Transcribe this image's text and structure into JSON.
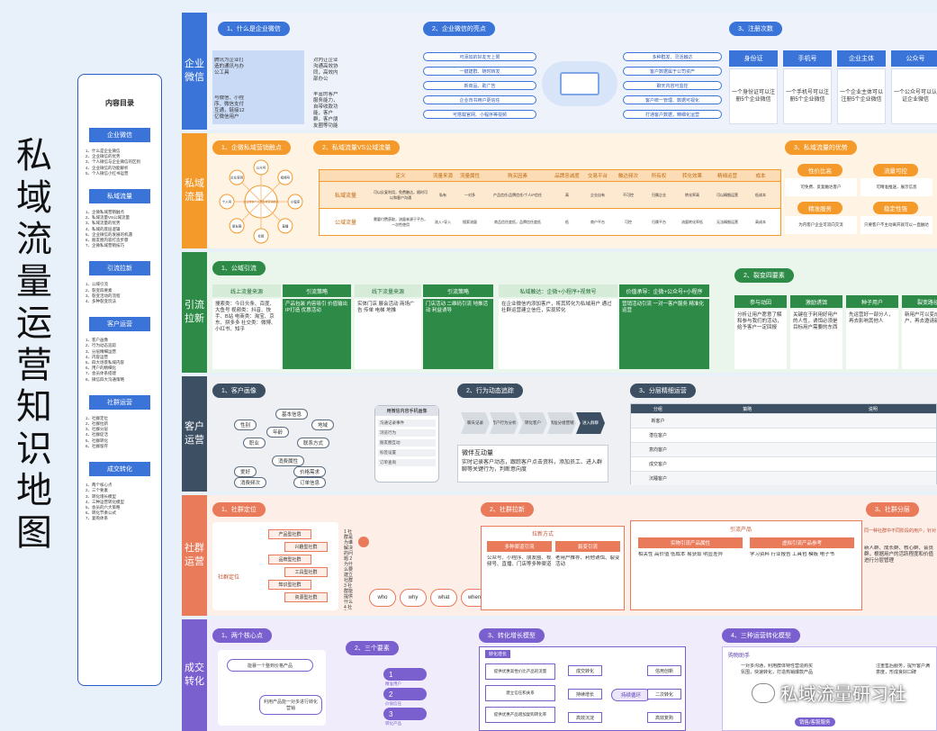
{
  "title_chars": [
    "私",
    "域",
    "流",
    "量",
    "运",
    "营",
    "知",
    "识",
    "地",
    "图"
  ],
  "toc": {
    "title": "内容目录",
    "sections": [
      {
        "header": "企业微信",
        "items": [
          "1、什么是企业微信",
          "2、企业微信的优势",
          "3、个人微信与企业微信的区别",
          "4、企业微信的功能解析",
          "5、个人微信小红书运营"
        ]
      },
      {
        "header": "私域流量",
        "items": [
          "1、企微私域营销触点",
          "2、私域流量VS公域流量",
          "3、私域流量的优势",
          "4、私域的底层逻辑",
          "5、企业微信的发展的机遇",
          "6、朋友圈内容打造步骤",
          "7、企微私域营销技巧"
        ]
      },
      {
        "header": "引流拉新",
        "items": [
          "1、公域引流",
          "2、裂变四要素",
          "3、裂变活动的流程",
          "4、多种裂变玩法"
        ]
      },
      {
        "header": "客户运营",
        "items": [
          "1、客户画像",
          "2、行为动态追踪",
          "3、分层精细运营",
          "4、内容运营",
          "5、四大场景私域内容",
          "6、用户的精细化",
          "7、会员体系搭建",
          "8、微信四大沟通策略"
        ]
      },
      {
        "header": "社群运营",
        "items": [
          "1、社群定位",
          "2、社群拉新",
          "3、社群分层",
          "4、社群促活",
          "5、社群转化",
          "6、社群留存"
        ]
      },
      {
        "header": "成交转化",
        "items": [
          "1、两个核心点",
          "2、三个要素",
          "3、转化增长模型",
          "4、三种运营转化模型",
          "5、会员的六大策略",
          "6、转化节奏公式",
          "7、复购体系"
        ]
      }
    ]
  },
  "rows": [
    {
      "label": "企业微信",
      "color": "#3b74d9",
      "band": "#eef3fb",
      "pills": [
        "1、什么是企业微信",
        "2、企业微信的亮点",
        "3、注册次数"
      ],
      "text_a": "腾讯为企业打造的通讯与办公工具",
      "text_b": "与微信、小程序、微信支付互通，链接12亿微信用户",
      "text_c": "对内让企业沟通高效协同，高效内部办公",
      "text_d": "丰富的客户服务能力，自带收款功能，客户群，客户朋友圈等功能",
      "features_left": [
        "可添加的好友无上限",
        "一键建群、随时转发",
        "新商品、助广告",
        "企业背书用户更信任",
        "可搭载官网、小程序等视频"
      ],
      "features_right": [
        "多种群发、灵活触达",
        "客户数据属于公司资产",
        "聊天内容可监控",
        "客户统一管理、数据可视化",
        "打通客户数据，精细化运营"
      ],
      "reg_heads": [
        "身份证",
        "手机号",
        "企业主体",
        "公众号"
      ],
      "reg_bodies": [
        "一个身份证可以注册5个企业微信",
        "一个手机号可以注册5个企业微信",
        "一个企业主体可以注册5个企业微信",
        "一个公众号可以认证企业微信"
      ]
    },
    {
      "label": "私域流量",
      "color": "#f39a2b",
      "band": "#fff3e3",
      "pills": [
        "1、企微私域营销触点",
        "2、私域流量VS公域流量",
        "3、私域流量的优势"
      ],
      "center": "企业微信个人号私域营销触点",
      "nodes": [
        "公众号",
        "视频号",
        "小程序",
        "直播",
        "社群",
        "朋友圈",
        "个人号",
        "企业官网"
      ],
      "table_heads": [
        "定义",
        "流量来源",
        "流量属性",
        "购买因素",
        "品牌忠诚度",
        "交易平台",
        "触达频次",
        "所有权",
        "转化效果",
        "精细运营",
        "成本"
      ],
      "row1": [
        "私域流量",
        "可以反复利用，免费触达，随时可以和客户沟通",
        "私有",
        "一对多",
        "产品信任/品牌信任/个人IP信任",
        "高",
        "企业自有",
        "不可控",
        "归属企业",
        "转化率高",
        "可以精细运营",
        "低成本"
      ],
      "row2": [
        "公域流量",
        "需要付费获取，流量来源于平台，一次性使用",
        "流入+导入",
        "搜索流量",
        "商品信任度低，品牌信任度低",
        "低",
        "商户平台",
        "可控",
        "归属平台",
        "流量转化率低",
        "无法精细运营",
        "高成本"
      ],
      "adv": [
        "性价比高",
        "流量可控",
        "精准服务",
        "稳定性强"
      ],
      "adv_txt": [
        "可免费、反复触达客户",
        "可精准推送，展示信息",
        "为内客户企业可双向交流",
        "只要客户不主动离开就可以一直触达"
      ]
    },
    {
      "label": "引流拉新",
      "color": "#2e8b47",
      "band": "#eaf5ec",
      "pills": [
        "1、公域引流",
        "2、裂变四要素"
      ],
      "col_heads": [
        "线上流量来源",
        "引流策略",
        "线下流量来源",
        "引流策略",
        "私域触达：企微+小程序+视频号",
        "价值承导：企微+公众号+小程序"
      ],
      "online": "搜索类：今日头条、百度、大鱼号 视频类：抖音、快手、B站 电商类：淘宝、京东、拼多多 社交类：微博、小红书、知乎",
      "strategy1": "产品包装 内容吸引 价值输出 IP打造 优惠活动",
      "offline": "实体门店 展会活动 商场广告 传单 电梯 地推",
      "strategy2": "门店活动 二维码引流 地推活动 利益诱导",
      "private": "在企业微信内添加客户，将其转化为私域用户 通过社群运营建立信任，实现转化",
      "value": "营销活动引流 一对一客户服务 精准化运营",
      "fission": [
        "参与动因",
        "激励诱饵",
        "种子用户",
        "裂变路径"
      ],
      "fission_txt": [
        "分析让用户愿意了解和参与我们的活动，给予客户一定回报",
        "关键在于利用好用户的人性，诱饵必须是目标用户需要的东西",
        "先运营好一部分人，再去影响其他人",
        "新用户可以变成老用户，再去邀请新用户"
      ]
    },
    {
      "label": "客户运营",
      "color": "#3d4f63",
      "band": "#eef0f3",
      "pills": [
        "1、客户画像",
        "2、行为动态追踪",
        "3、分层精细运营"
      ],
      "tags_a": [
        "基本信息",
        "性别",
        "地域",
        "年龄",
        "职业",
        "联系方式"
      ],
      "tags_b": [
        "消费属性",
        "爱好",
        "价格需求",
        "消费频次",
        "订单信息"
      ],
      "phone_title": "用微信内容手机画像",
      "phone_lines": [
        "沟通记录事件",
        "浏览行为",
        "朋友圈互动",
        "标签设置",
        "订单查询"
      ],
      "steps": [
        "聊天记录",
        "客户行为分析",
        "转化客户",
        "精准分组营销",
        "进入群聊"
      ],
      "dyn_title": "微伴互动量",
      "dyn_text": "实时记录客户动态，跟踪客户点击资料，添加员工、进入群聊等关键行为，判断意向度",
      "table_head": [
        "分组",
        "策略",
        "说明"
      ],
      "groups": [
        "新客户",
        "潜在客户",
        "意向客户",
        "成交客户",
        "沉睡客户"
      ]
    },
    {
      "label": "社群运营",
      "color": "#ea7b5a",
      "band": "#fdeee8",
      "pills": [
        "1、社群定位",
        "2、社群拉新",
        "3、社群分层"
      ],
      "center_label": "社群定位",
      "types": [
        "产品型社群",
        "兴趣型社群",
        "品牌型社群",
        "工具型社群",
        "知识型社群",
        "资源型社群"
      ],
      "w_words": [
        "who",
        "why",
        "what",
        "when"
      ],
      "qa": "1 社群是为谁解决的问题 2 为什么要建立社群 3 社群能提供什么 4 社群在什么时间段运营",
      "methods_title": "拉新方式",
      "sub_heads": [
        "多种渠道引流",
        "裂变引流"
      ],
      "sub_text": [
        "公众号、小程序、朋友圈、视频号、直播、门店等多种渠道",
        "老用户推荐、利他诱饵、裂变活动"
      ],
      "product_title": "引流产品",
      "product_heads": [
        "实物引流产品属性",
        "虚拟引流产品参考"
      ],
      "product_text": [
        "相关性 高价值 低成本 易获取 明显差异",
        "学习资料 行业报告 工具包 模板 电子书"
      ],
      "layer_title": "同一种社群中不同阶段的用户，针对性运营",
      "layer_text": "新人群、成长群、核心群、会员群，根据用户的活跃程度和价值进行分层管理"
    },
    {
      "label": "成交转化",
      "color": "#7a5fcf",
      "band": "#f1ecfb",
      "pills": [
        "1、两个核心点",
        "2、三个要素",
        "3、转化增长模型",
        "4、三种运营转化模型"
      ],
      "core": [
        "能暴一个整到价格产品",
        "利用产品能一对多进行转化营销"
      ],
      "elements": [
        "1",
        "2",
        "3"
      ],
      "element_labels": [
        "精准用户",
        "价值信任",
        "转化产品"
      ],
      "model_top": "转化增长",
      "model_left": [
        "提供优惠高性价比产品的流量",
        "建立信任和关系",
        "提供优惠产品增加复购转化率"
      ],
      "model_mid": [
        "成交转化",
        "持续增长",
        "高效沉淀"
      ],
      "model_right": [
        "信用创新",
        "二次转化",
        "高效复购"
      ],
      "cycle": "持续循环",
      "assistant": "购物助手",
      "assistant_txt": "一对多沟通，利用群体特性营造购买氛围，快速转化，打造热销爆款产品",
      "sales": "销售/客服服务",
      "sales_txt": "注重售后服务，提升客户满意度，形成良好口碑"
    }
  ],
  "watermark": "私域流量研习社"
}
